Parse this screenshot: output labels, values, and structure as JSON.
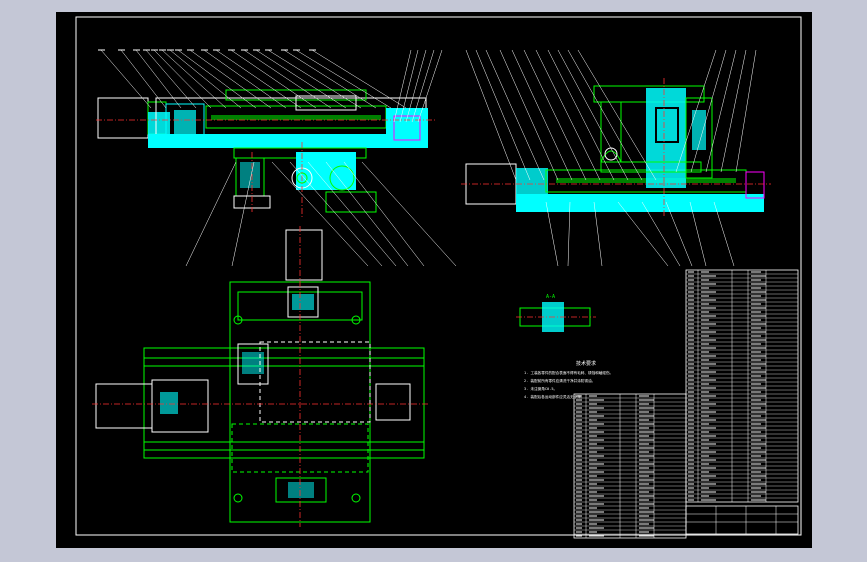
{
  "colors": {
    "background": "#c4c7d6",
    "paper": "#000000",
    "outline": "#ffffff",
    "part": "#00ff00",
    "section": "#00ffff",
    "center_line": "#ff3030",
    "accent": "#ff00ff",
    "leader": "#ffffff"
  },
  "drawing": {
    "section_label": "A-A",
    "notes_title": "技术要求",
    "notes": [
      "1. 工装各零件的配合表面不得有毛刺、锈蚀和磕碰伤。",
      "2. 装配前所有零件应清洗干净并涂防锈油。",
      "3. 未注倒角C0.5。",
      "4. 装配后各运动部件应灵活无卡滞。"
    ]
  }
}
